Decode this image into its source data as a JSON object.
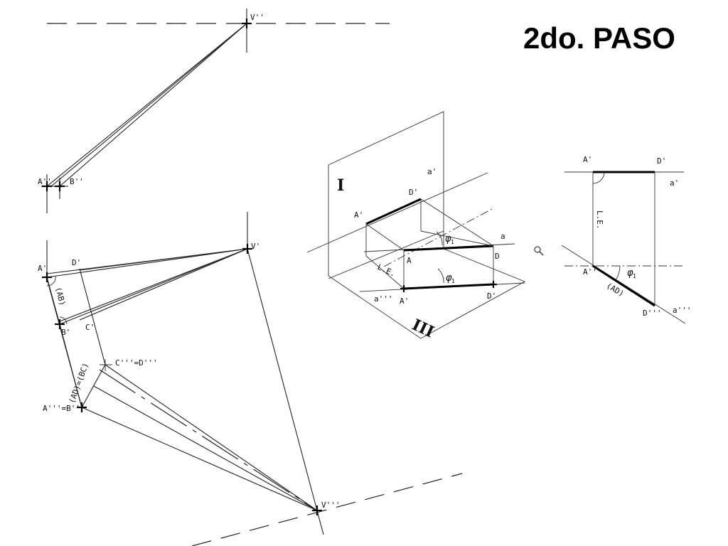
{
  "title": "2do. PASO",
  "labels": {
    "v2": "V''",
    "a2": "A''",
    "b2": "B''",
    "v1": "V'",
    "a1": "A'",
    "d1": "D'",
    "ab": "(AB)",
    "b1": "B'",
    "c1": "C'",
    "cd3": "C'''=D'''",
    "adbc": "(AD)=(BC)",
    "ab3": "A'''=B'''",
    "v3": "V'''",
    "iso_plane1": "I",
    "iso_plane3": "III",
    "iso_a_prime_top": "a'",
    "iso_d_prime_top": "D'",
    "iso_a_prime": "A'",
    "iso_a_line": "a",
    "iso_A": "A",
    "iso_D": "D",
    "iso_le": "L.E.",
    "iso_phi_top": "φ",
    "iso_phi_top_sub": "1",
    "iso_phi_bot": "φ",
    "iso_phi_bot_sub": "1",
    "iso_a3": "a'''",
    "iso_a_prime_bot": "A'",
    "iso_d_prime_bot": "D'",
    "rv_a1": "A'",
    "rv_d1": "D'",
    "rv_a_line": "a'",
    "rv_le": "L.E.",
    "rv_a2": "A''",
    "rv_phi": "φ",
    "rv_phi_sub": "1",
    "rv_ad": "(AD)",
    "rv_d3": "D'''",
    "rv_a3": "a'''"
  },
  "icons": {
    "magnifier": "search-icon"
  }
}
